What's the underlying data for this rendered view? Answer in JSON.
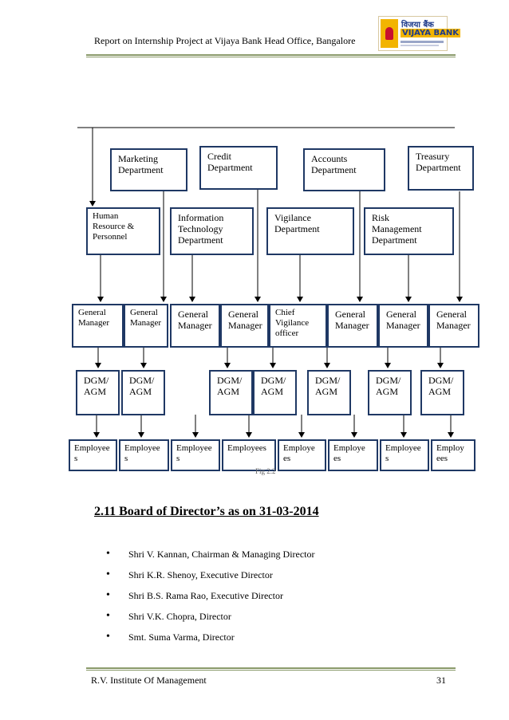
{
  "header": {
    "title": "Report on Internship Project at Vijaya Bank Head Office, Bangalore",
    "logo_hindi": "विजया बैंक",
    "logo_english": "VIJAYA BANK"
  },
  "org_chart": {
    "departments_row1": [
      {
        "id": "marketing",
        "label": "Marketing\nDepartment"
      },
      {
        "id": "credit",
        "label": "Credit\nDepartment"
      },
      {
        "id": "accounts",
        "label": "Accounts\nDepartment"
      },
      {
        "id": "treasury",
        "label": "Treasury\nDepartment"
      }
    ],
    "departments_row2": [
      {
        "id": "hr",
        "label": "Human\nResource &\nPersonnel"
      },
      {
        "id": "it",
        "label": "Information\nTechnology\nDepartment"
      },
      {
        "id": "vigilance",
        "label": "Vigilance\nDepartment"
      },
      {
        "id": "risk",
        "label": "Risk\nManagement\nDepartment"
      }
    ],
    "managers": [
      "General\nManager",
      "General\nManager",
      "General\nManager",
      "General\nManager",
      "Chief\nVigilance\nofficer",
      "General\nManager",
      "General\nManager",
      "General\nManager"
    ],
    "dgm": [
      "DGM/\nAGM",
      "DGM/\nAGM",
      "DGM/\nAGM",
      "DGM/\nAGM",
      "DGM/\nAGM",
      "DGM/\nAGM",
      "DGM/\nAGM"
    ],
    "employees": [
      "Employee\ns",
      "Employee\ns",
      "Employee\ns",
      "Employees",
      "Employe\nes",
      "Employe\nes",
      "Employee\ns",
      "Employ\nees"
    ],
    "caption": "Fig 2.2"
  },
  "section": {
    "title": "2.11 Board of Director’s as on 31-03-2014",
    "directors": [
      "Shri V. Kannan, Chairman & Managing Director",
      "Shri K.R. Shenoy, Executive Director",
      "Shri B.S. Rama Rao, Executive Director",
      "Shri V.K. Chopra, Director",
      "Smt. Suma Varma, Director"
    ]
  },
  "footer": {
    "institute": "R.V. Institute Of Management",
    "page_number": "31"
  },
  "colors": {
    "box_border": "#1f3864",
    "rule": "#8a9a6a",
    "logo_yellow": "#f2b400",
    "logo_blue": "#1d3a8a"
  }
}
